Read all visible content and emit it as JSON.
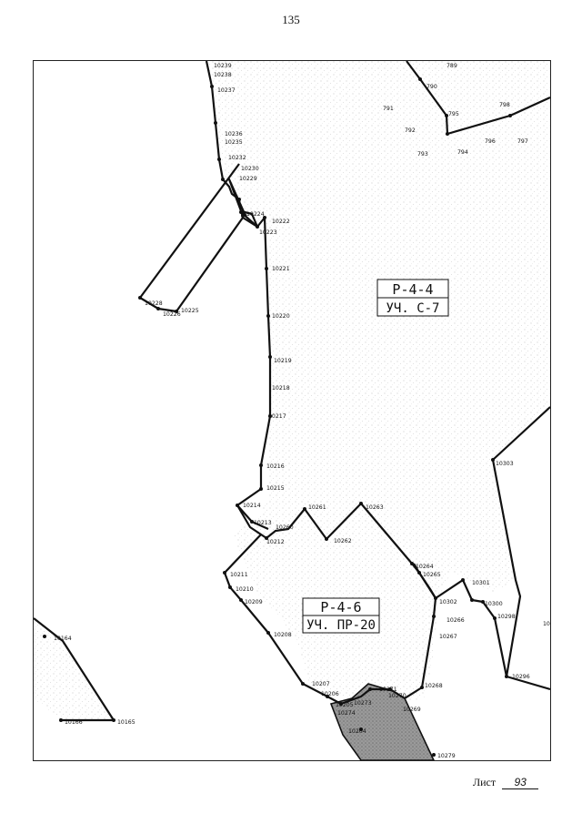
{
  "page": {
    "number": "135",
    "sheet_label": "Лист",
    "sheet_number": "93"
  },
  "zones": [
    {
      "code": "Р-4-4",
      "subcode": "УЧ. С-7"
    },
    {
      "code": "Р-4-6",
      "subcode": "УЧ. ПР-20"
    }
  ],
  "points": [
    "10239",
    "10238",
    "10237",
    "10236",
    "10235",
    "10232",
    "10230",
    "10229",
    "10224",
    "10222",
    "10223",
    "10221",
    "10220",
    "10219",
    "10218",
    "10217",
    "10216",
    "10215",
    "10214",
    "10213",
    "10212",
    "10260",
    "10261",
    "10262",
    "10263",
    "10264",
    "10265",
    "10211",
    "10210",
    "10209",
    "10208",
    "10207",
    "10206",
    "10205",
    "10273",
    "10271",
    "10270",
    "10269",
    "10268",
    "10267",
    "10266",
    "10302",
    "10301",
    "10300",
    "10298",
    "10303",
    "10296",
    "10228",
    "10226",
    "10225",
    "10204",
    "10279",
    "10164",
    "10165",
    "10166",
    "789",
    "790",
    "791",
    "792",
    "793",
    "794",
    "795",
    "796",
    "797",
    "798",
    "10274",
    "10"
  ],
  "colors": {
    "line": "#111111",
    "stipple": "#bdbdbd",
    "hatch": "#8a8a8a"
  }
}
